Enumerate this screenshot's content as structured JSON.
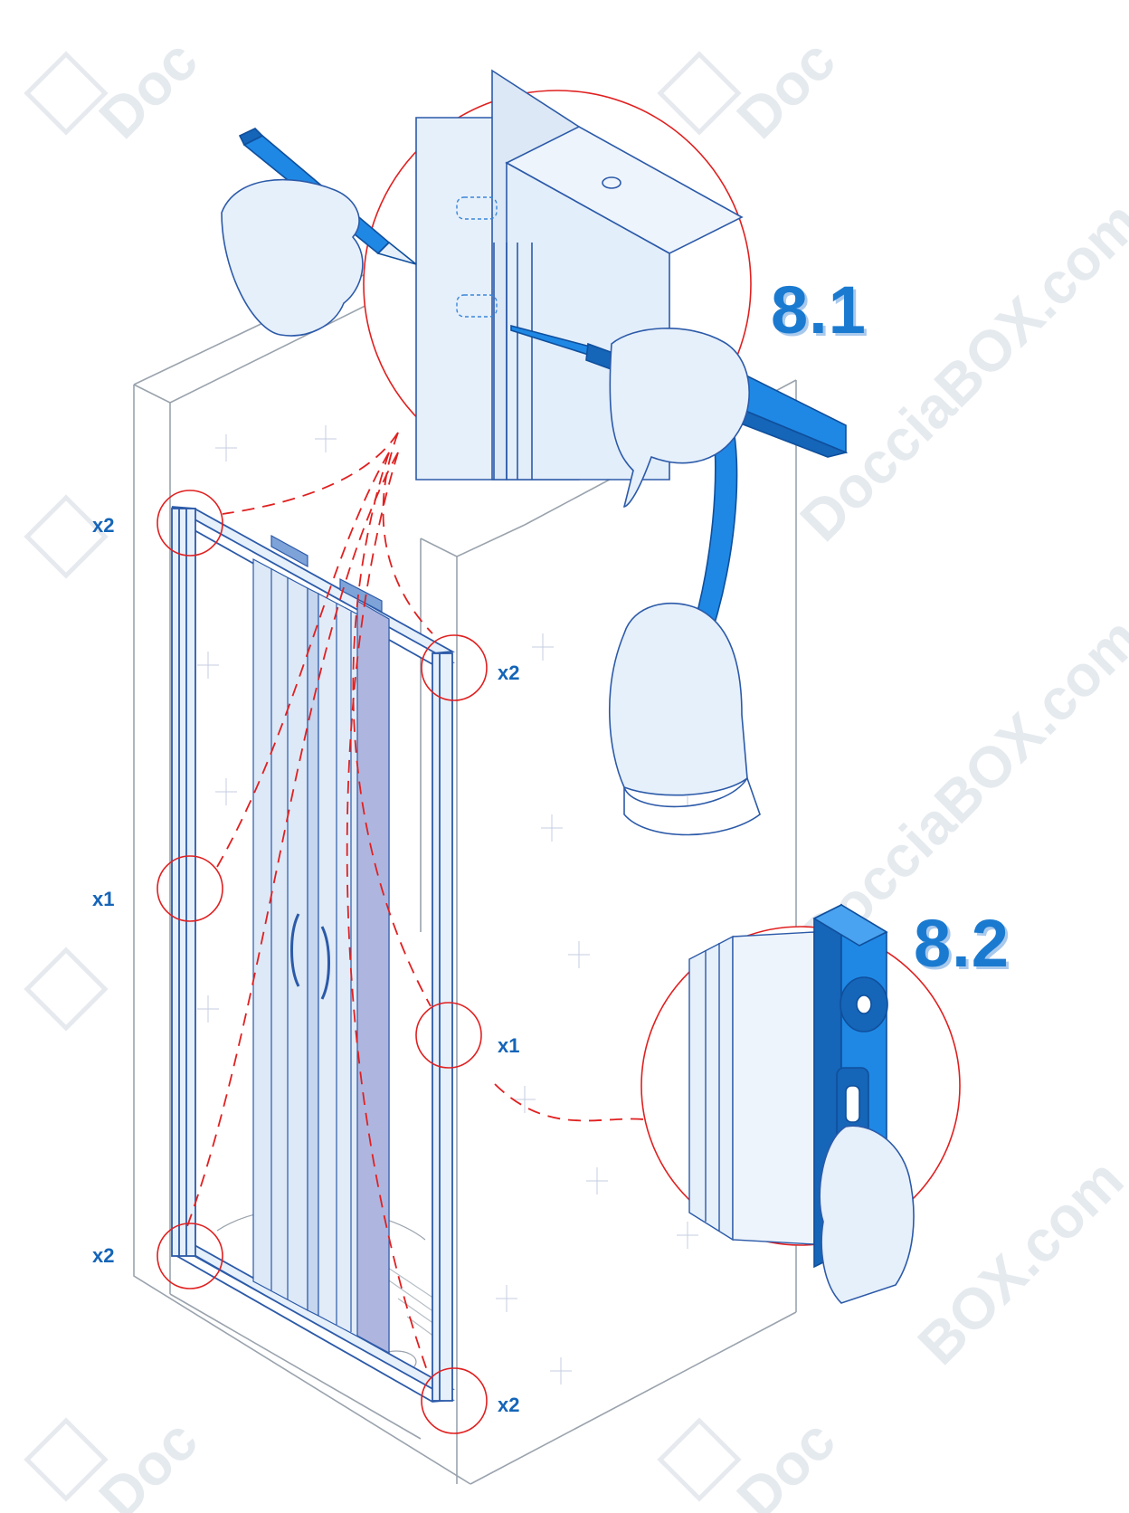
{
  "steps": {
    "step_1": "8.1",
    "step_2": "8.2"
  },
  "quantities": {
    "top_left": "x2",
    "top_right": "x2",
    "middle_left": "x1",
    "middle_right": "x1",
    "bottom_left": "x2",
    "bottom_right": "x2"
  },
  "watermark": {
    "brand_a": "DocciaBOX.com",
    "brand_b": "Doc",
    "brand_c": "BOX.com"
  },
  "colors": {
    "accent_blue": "#1a7ad0",
    "label_blue": "#1565b8",
    "line_blue": "#2c5aa8",
    "fill_light": "#e6f0fb",
    "detail_red": "#e02020",
    "watermark_gray": "#dde3ea"
  },
  "icons": [
    "pencil-icon",
    "hammer-icon",
    "awl-icon",
    "spirit-level-icon",
    "glove-hand-icon",
    "detail-circle-icon"
  ]
}
